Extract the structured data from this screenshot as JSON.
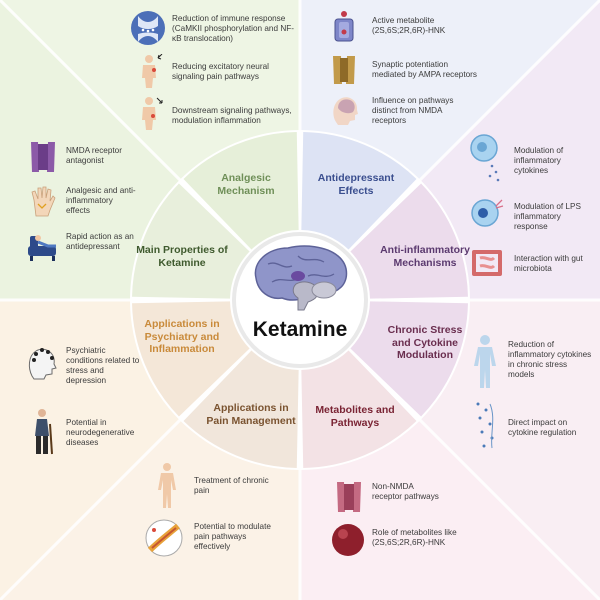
{
  "center": {
    "title": "Ketamine"
  },
  "segments": {
    "analgesic": "Analgesic Mechanism",
    "antidepressant": "Antidepressant Effects",
    "anti_inflammatory": "Anti-inflammatory Mechanisms",
    "chronic_stress": "Chronic Stress and Cytokine Modulation",
    "metabolites": "Metabolites and Pathways",
    "pain_management": "Applications in Pain Management",
    "psychiatry": "Applications in Psychiatry and Inflammation",
    "main_properties": "Main Properties of Ketamine"
  },
  "colors": {
    "analgesic": "#e6efd9",
    "antidepressant": "#dde3f4",
    "anti_inflammatory": "#ecdcec",
    "chronic_stress": "#ecdcec",
    "metabolites": "#f3e2e5",
    "pain_management": "#f1e6db",
    "psychiatry": "#f4e7d8",
    "main_properties": "#e8efdc"
  },
  "items": {
    "top_left": [
      "Reduction of immune response (CaMKII phosphorylation and NF-κB translocation)",
      "Reducing excitatory neural signaling pain pathways",
      "Downstream signaling pathways, modulation inflammation"
    ],
    "top_right": [
      "Active metabolite (2S,6S;2R,6R)-HNK",
      "Synaptic potentiation mediated by AMPA receptors",
      "Influence on pathways distinct from NMDA receptors"
    ],
    "left_upper": [
      "NMDA receptor antagonist",
      "Analgesic and anti-inflammatory effects",
      "Rapid action as an antidepressant"
    ],
    "right_upper": [
      "Modulation of inflammatory cytokines",
      "Modulation of LPS inflammatory response",
      "Interaction with gut microbiota"
    ],
    "left_lower": [
      "Psychiatric conditions related to stress and depression",
      "Potential in neurodegenerative diseases"
    ],
    "right_lower": [
      "Reduction of inflammatory cytokines in chronic stress models",
      "Direct impact on cytokine regulation"
    ],
    "bottom_left": [
      "Treatment of chronic pain",
      "Potential to modulate pain pathways effectively"
    ],
    "bottom_right": [
      "Non-NMDA receptor pathways",
      "Role of metabolites like (2S,6S;2R,6R)-HNK"
    ]
  },
  "icons": {
    "top_left": [
      "synapse-icon",
      "body-pain-icon",
      "body-signal-icon"
    ],
    "top_right": [
      "metabolite-vial-icon",
      "ampa-receptor-icon",
      "head-brain-icon"
    ],
    "left_upper": [
      "nmda-receptor-icon",
      "hand-pain-icon",
      "person-resting-icon"
    ],
    "right_upper": [
      "cell-icon",
      "lps-cell-icon",
      "intestine-icon"
    ],
    "left_lower": [
      "head-eeg-icon",
      "elderly-person-icon"
    ],
    "right_lower": [
      "human-body-icon",
      "cytokine-dots-icon"
    ],
    "bottom_left": [
      "human-figure-icon",
      "nerve-fiber-icon"
    ],
    "bottom_right": [
      "receptor-icon",
      "metabolite-sphere-icon"
    ],
    "center": [
      "brain-icon"
    ]
  }
}
